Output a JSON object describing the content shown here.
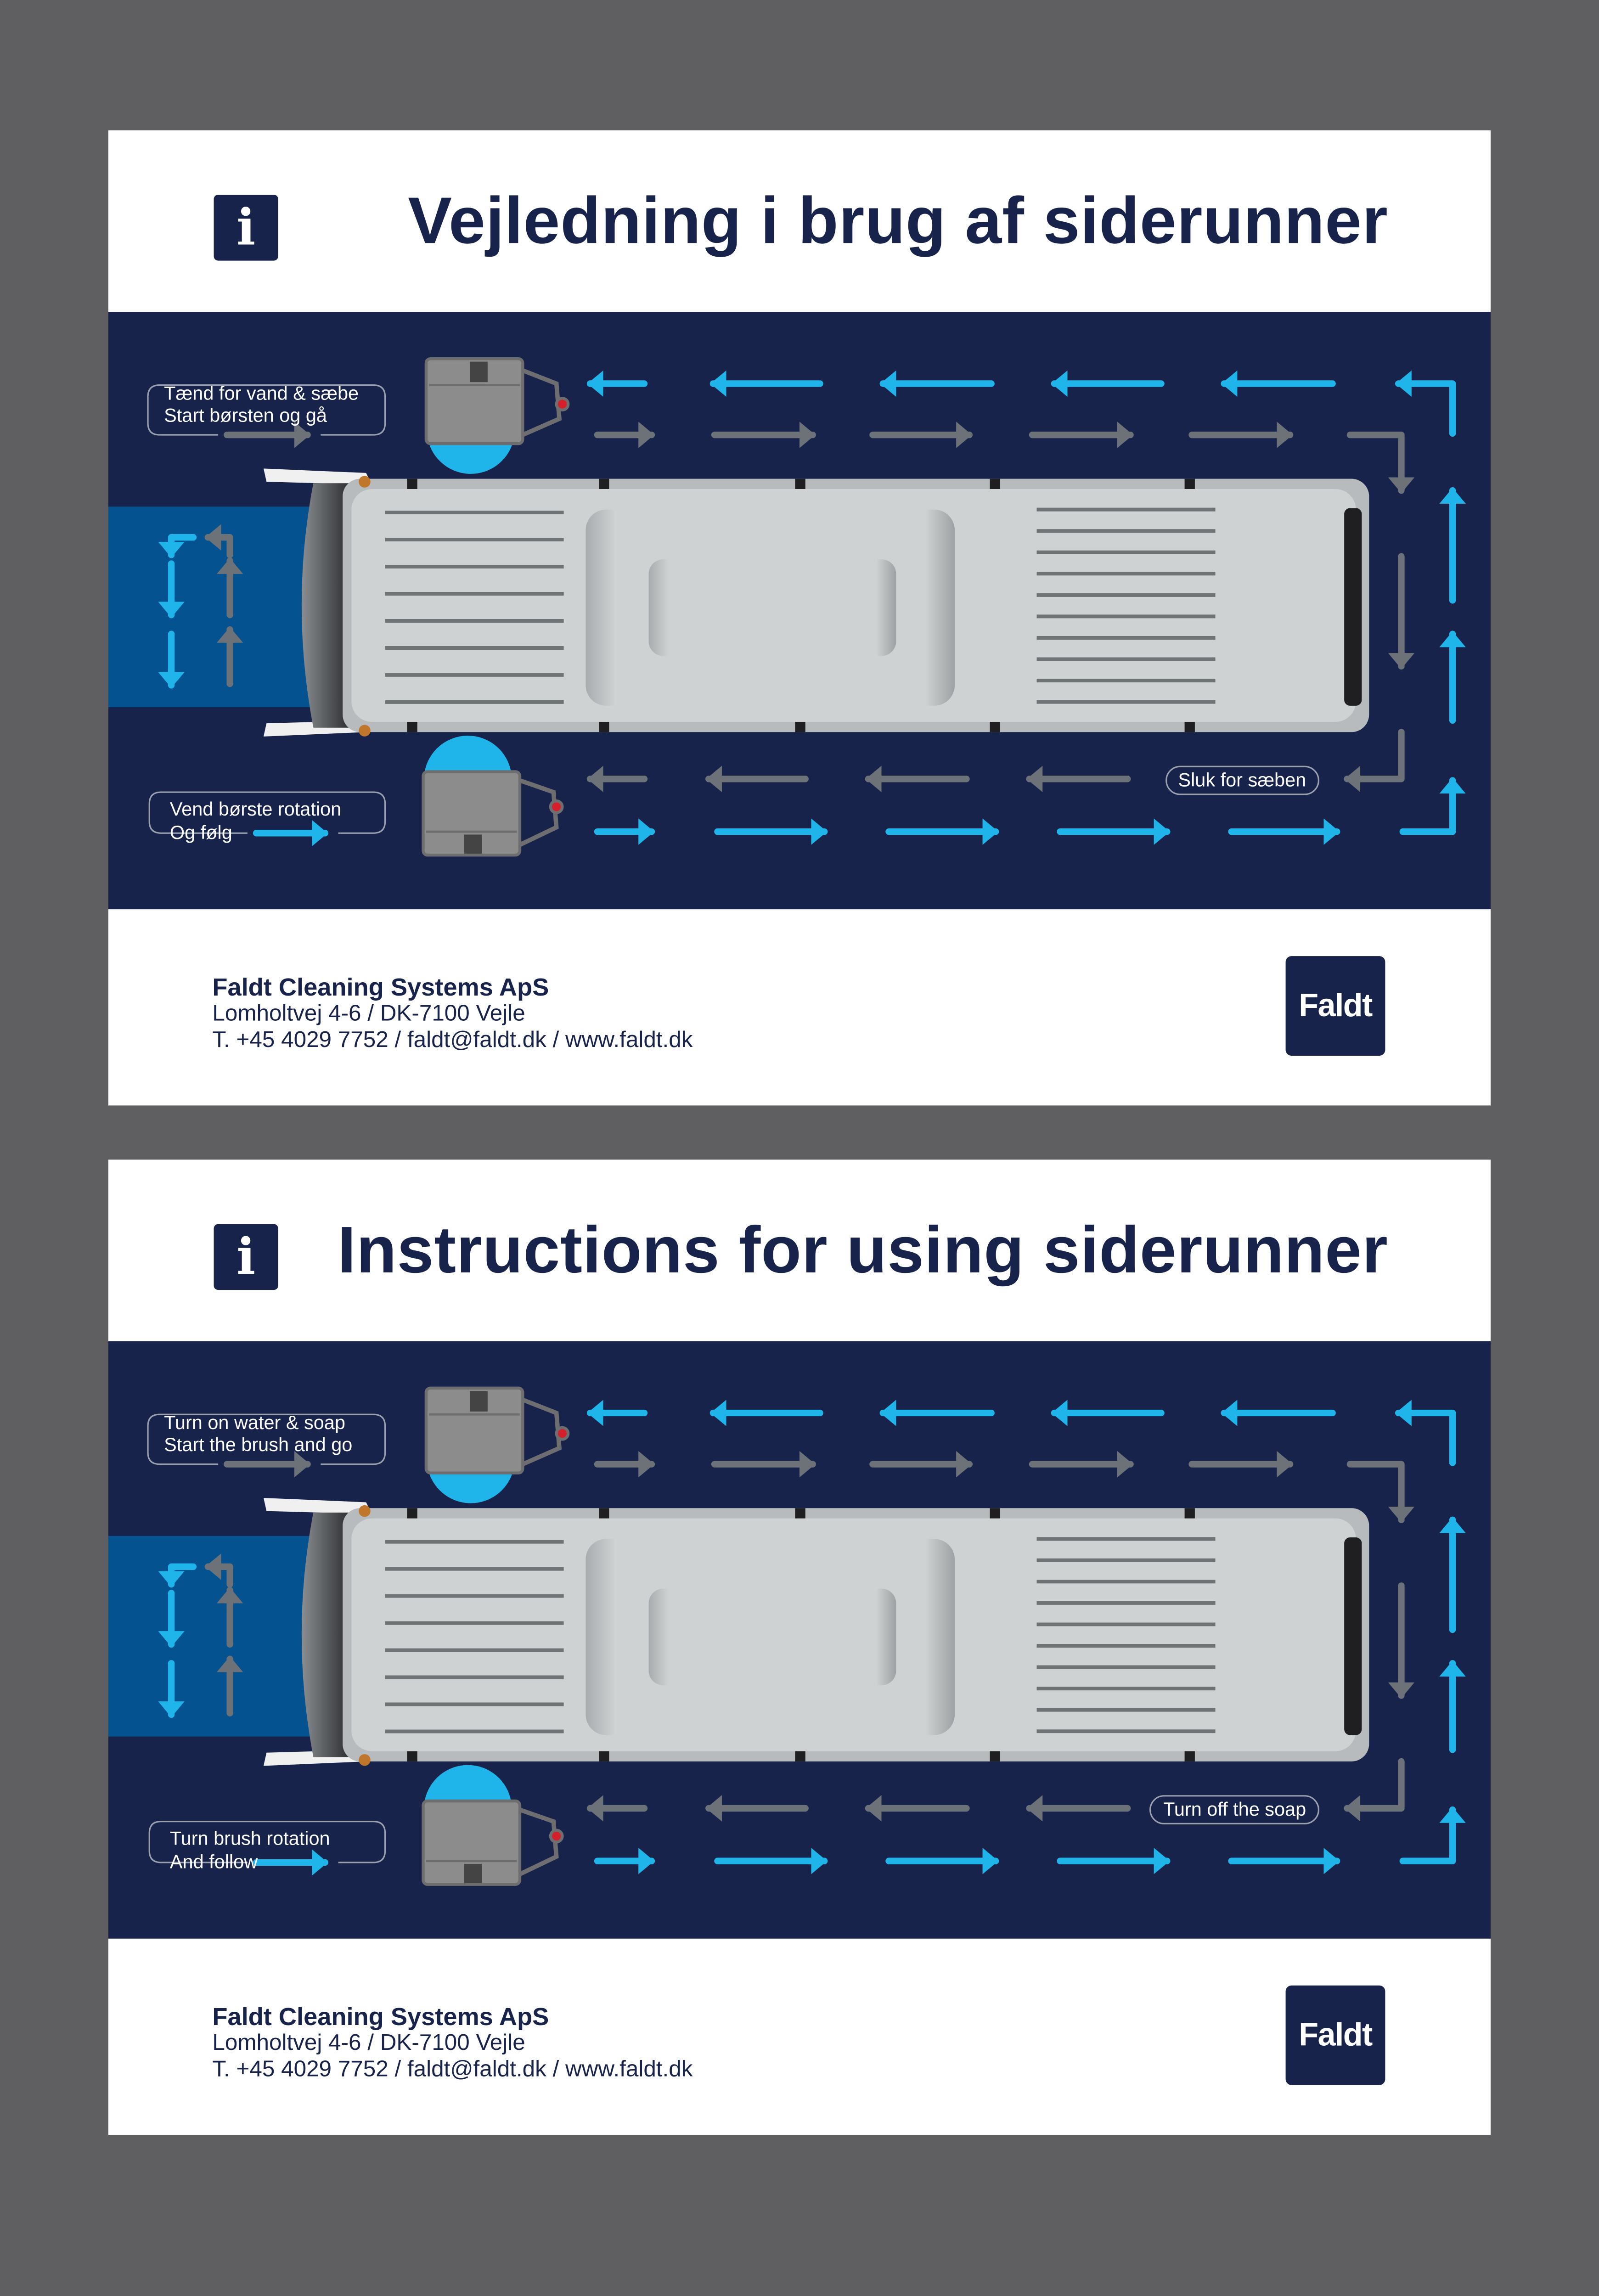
{
  "colors": {
    "navy": "#18234b",
    "cyan": "#1fb5ea",
    "grey_arrow": "#6d7278",
    "lane_blue": "#04528f",
    "background": "#5f5f61"
  },
  "cards": [
    {
      "icon": "info-icon",
      "info_glyph": "i",
      "title": "Vejledning i brug af siderunner",
      "label_start": {
        "line1": "Tænd for vand & sæbe",
        "line2": "Start børsten og gå"
      },
      "label_return": {
        "line1": "Vend børste rotation",
        "line2": "Og følg"
      },
      "pill": "Sluk for sæben",
      "footer": {
        "company": "Faldt Cleaning Systems ApS",
        "address": "Lomholtvej 4-6  /  DK-7100 Vejle",
        "contact": "T. +45 4029 7752  /  faldt@faldt.dk  /  www.faldt.dk"
      },
      "logo": "Faldt"
    },
    {
      "icon": "info-icon",
      "info_glyph": "i",
      "title": "Instructions for using siderunner",
      "label_start": {
        "line1": "Turn on water & soap",
        "line2": "Start the brush and go"
      },
      "label_return": {
        "line1": "Turn brush rotation",
        "line2": "And follow"
      },
      "pill": "Turn off the soap",
      "footer": {
        "company": "Faldt Cleaning Systems ApS",
        "address": "Lomholtvej 4-6  /  DK-7100 Vejle",
        "contact": "T. +45 4029 7752  /  faldt@faldt.dk  /  www.faldt.dk"
      },
      "logo": "Faldt"
    }
  ]
}
